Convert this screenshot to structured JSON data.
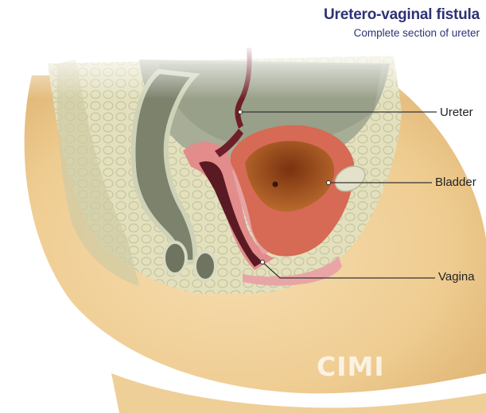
{
  "header": {
    "title": "Uretero-vaginal fistula",
    "subtitle": "Complete section of ureter"
  },
  "labels": {
    "ureter": "Ureter",
    "bladder": "Bladder",
    "vagina": "Vagina"
  },
  "watermark": {
    "text": "CIMI"
  },
  "colors": {
    "title": "#2e3275",
    "skin": "#f1d39a",
    "pelvic_tissue": "#ddd9b0",
    "bowel": "#8a8e7a",
    "bladder_wall": "#d96a55",
    "bladder_lumen": "#a24f1f",
    "vagina_lining": "#e6a0a0",
    "ureter": "#6e1e28"
  }
}
